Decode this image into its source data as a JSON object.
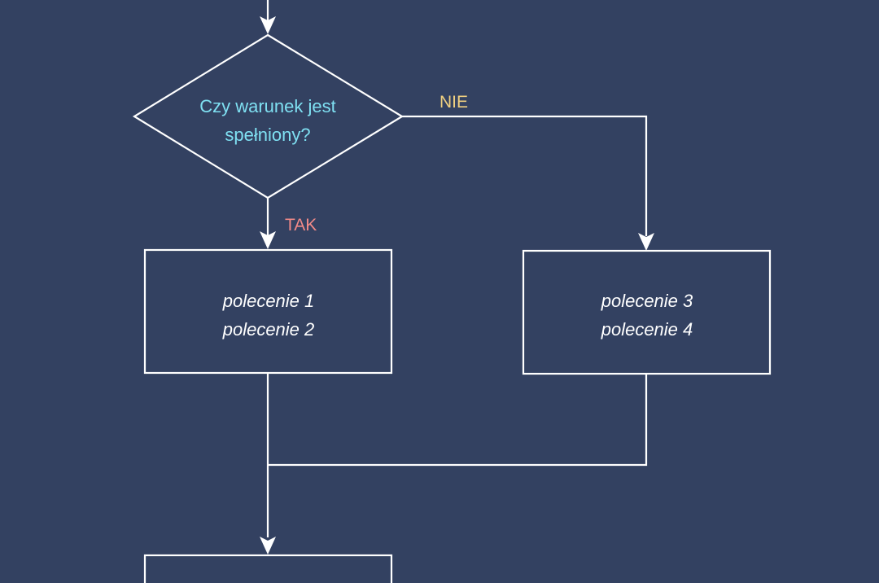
{
  "decision": {
    "line1": "Czy warunek  jest",
    "line2": "spełniony?"
  },
  "branch_yes_label": "TAK",
  "branch_no_label": "NIE",
  "box_yes": {
    "line1": "polecenie 1",
    "line2": "polecenie 2"
  },
  "box_no": {
    "line1": "polecenie 3",
    "line2": "polecenie 4"
  },
  "colors": {
    "background": "#334161",
    "stroke": "#ffffff",
    "question_text": "#7fe0f2",
    "nie_label": "#f0d080",
    "tak_label": "#f28a88"
  }
}
